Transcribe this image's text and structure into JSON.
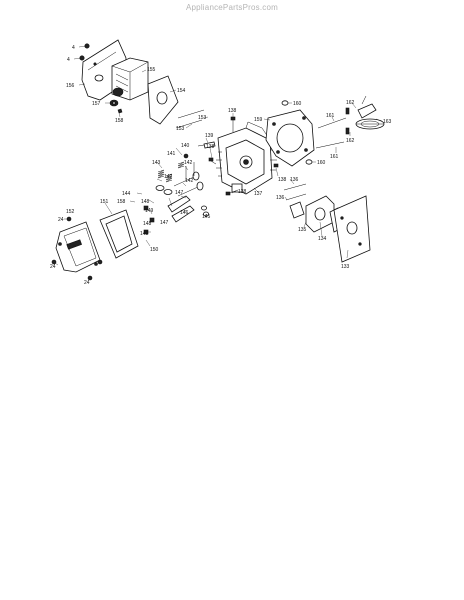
{
  "watermark": "AppliancePartsPros.com",
  "callouts": {
    "c4a": "4",
    "c4b": "4",
    "c156": "156",
    "c155": "155",
    "c154": "154",
    "c157": "157",
    "c158a": "158",
    "c153": "153",
    "c139": "139",
    "c138a": "138",
    "c160a": "160",
    "c159": "159",
    "c162a": "162",
    "c162b": "162",
    "c163": "163",
    "c161a": "161",
    "c161b": "161",
    "c160b": "160",
    "c140": "140",
    "c141": "141",
    "c143": "143",
    "c142a": "142",
    "c142b": "142",
    "c138b": "138",
    "c138c": "138",
    "c138d": "138",
    "c148a": "148",
    "c144": "144",
    "c158b": "158",
    "c149a": "149",
    "c147a": "147",
    "c147b": "147",
    "c146": "146",
    "c145": "145",
    "c137": "137",
    "c136a": "136",
    "c136b": "136",
    "c135": "135",
    "c134": "134",
    "c133": "133",
    "c151": "151",
    "c152": "152",
    "c24a": "24",
    "c24b": "24",
    "c24c": "24",
    "c149b": "149",
    "c148b": "148",
    "c150": "150"
  }
}
